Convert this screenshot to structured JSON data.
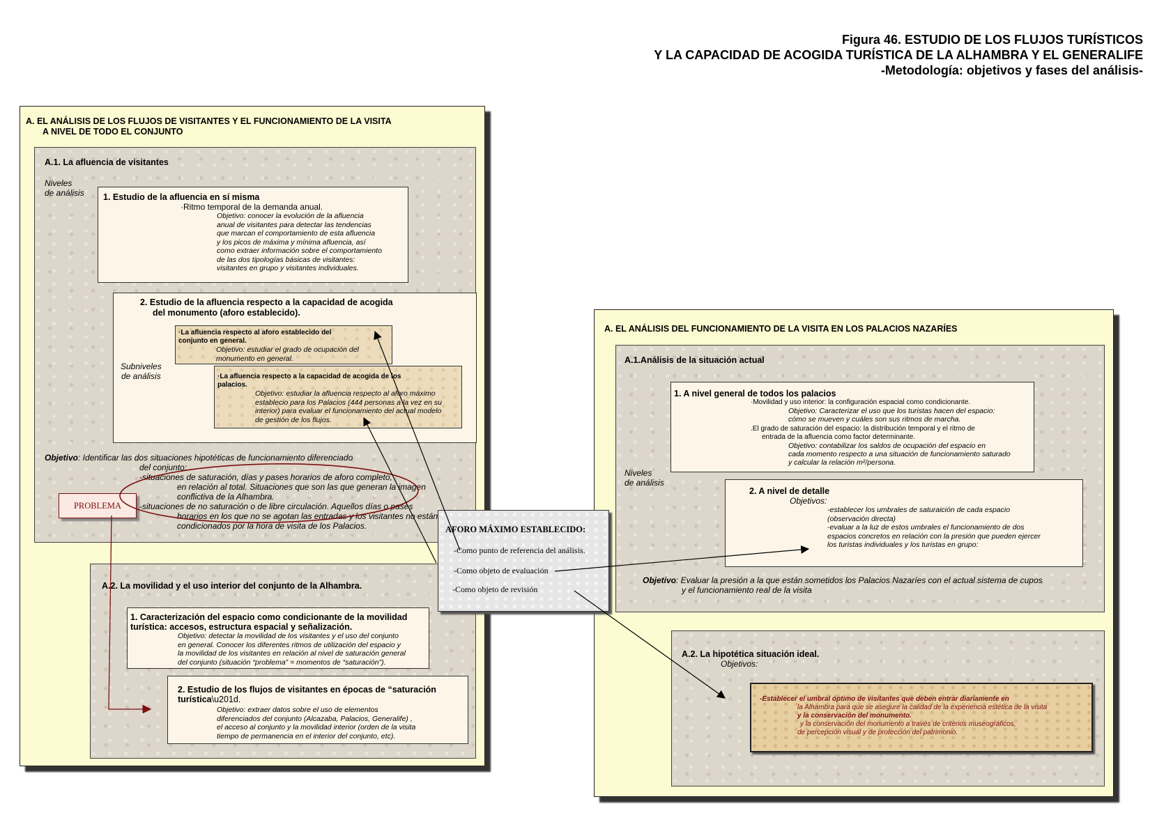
{
  "title": {
    "line1": "Figura 46. ESTUDIO DE LOS FLUJOS TURÍSTICOS",
    "line2": "Y LA CAPACIDAD DE ACOGIDA TURÍSTICA DE LA ALHAMBRA Y EL GENERALIFE",
    "line3": "-Metodología: objetivos y fases del análisis-"
  },
  "left": {
    "heading1": "A.   EL ANÁLISIS DE LOS FLUJOS DE VISITANTES Y EL FUNCIONAMIENTO DE LA VISITA",
    "heading2": "A NIVEL DE TODO EL CONJUNTO",
    "a1": {
      "title": "A.1. La afluencia de visitantes",
      "niveles1": "Niveles",
      "niveles2": "de análisis",
      "box1": {
        "title": "1. Estudio de la afluencia en sí misma",
        "sub": "·Ritmo temporal de la demanda anual.",
        "obj": [
          "Objetivo: conocer la evolución de la afluencia",
          "anual de visitantes para detectar las tendencias",
          "que marcan el comportamiento de esta afluencia",
          "y los picos de máxima y mínima afluencia, así",
          "como extraer información sobre el comportamiento",
          "de las dos tipologías básicas de visitantes:",
          "visitantes en grupo y visitantes individuales."
        ]
      },
      "box2": {
        "title1": "2. Estudio de la afluencia respecto a la capacidad de acogida",
        "title2": "del monumento (aforo establecido).",
        "subniveles1": "Subniveles",
        "subniveles2": "de análisis",
        "sub1": {
          "title1": "·La afluencia respecto al aforo establecido del",
          "title2": "conjunto en general.",
          "obj": [
            "Objetivo: estudiar el grado de ocupación del",
            "monumento en general."
          ]
        },
        "sub2": {
          "title1": "·La afluencia respecto a la capacidad de acogida de los",
          "title2": "palacios.",
          "obj": [
            "Objetivo: estudiar la afluencia respecto al aforo máximo",
            "establecio para los Palacios (444 personas a la vez en su",
            "interior) para evaluar el funcionamiento del actual modelo",
            "de gestión de los flujos."
          ]
        }
      },
      "objetivo": {
        "label": "Objetivo",
        "line1": ": Identificar las dos situaciones hipotéticas de funcionamiento diferenciado",
        "line2": "del conjunto:",
        "line3": "-situaciones de saturación, días y pases horarios de aforo completo,",
        "line4": "en relación al total. Situaciones que son las que generan la imagen",
        "line5": "conflictiva de la Alhambra.",
        "line6": "-situaciones de no saturación o de libre circulación. Aquellos días o pases",
        "line7": "horarios en los que no se agotan las entradas y los visitantes no están",
        "line8": "condicionados por la hora de visita de los Palacios."
      },
      "problema": "PROBLEMA"
    },
    "a2": {
      "title": "A.2. La movilidad y el uso interior del conjunto de la Alhambra",
      "box1": {
        "title1": "1.     Caracterización del espacio como condicionante de la movilidad",
        "title2": "turística: accesos, estructura espacial y señalización",
        "obj": [
          "Objetivo: detectar la movilidad de los visitantes y el uso del conjunto",
          "en general. Conocer los diferentes ritmos de utilización del espacio y",
          "la movilidad de los visitantes en relación al nivel de saturación general",
          "del conjunto (situación “problema” = momentos de “saturación”)."
        ]
      },
      "box2": {
        "title1": "2. Estudio de los flujos de visitantes en épocas de “saturación",
        "title2": "turística",
        "obj": [
          "Objetivo: extraer datos sobre el uso de elementos",
          "diferenciados del conjunto (Alcazaba, Palacios, Generalife) ,",
          "el acceso al conjunto y la movilidad interior (orden de la visita",
          "tiempo de permanencia en el interior del conjunto, etc)."
        ]
      }
    }
  },
  "center": {
    "title": "AFORO MÁXIMO ESTABLECIDO:",
    "items": [
      "-Como punto de referencia del análisis.",
      "-Como objeto de evaluación",
      "-Como objeto de revisión"
    ]
  },
  "right": {
    "heading": "A.    EL ANÁLISIS DEL FUNCIONAMIENTO DE LA VISITA EN LOS PALACIOS NAZARÍES",
    "a1": {
      "title": "A.1.Análisis de la situación actual",
      "niveles1": "Niveles",
      "niveles2": "de análisis",
      "box1": {
        "title": "1. A nivel general de todos los palacios",
        "l1": "·Movilidad y uso interior: la configuración espacial como condicionante.",
        "l2": "Objetivo: Caracterizar el uso que los turistas hacen del espacio:",
        "l3": "cómo se mueven y cuáles son sus ritmos de marcha.",
        "l4": ".El grado de saturación del espacio: la distribución temporal y el ritmo de",
        "l5": "entrada de la afluencia como factor determinante.",
        "l6": "Objetivo: contabilizar los saldos de ocupación del espacio en",
        "l7": "cada momento respecto a una situación de funcionamiento saturado",
        "l8": "y calcular la relación m²/persona."
      },
      "box2": {
        "title": "2. A nivel de detalle",
        "objlabel": "Objetivos:",
        "lines": [
          "-establecer los umbrales de saturaición de cada espacio",
          "(observación directa)",
          "-evaluar a la luz de estos umbrales el funcionamiento de dos",
          "espacios concretos en relación con la presión que pueden ejercer",
          "los turistas individuales y los turistas en grupo:"
        ]
      },
      "objetivo": {
        "label": "Objetivo",
        "line1": ": Evaluar la presión a la que están sometidos los Palacios Nazaríes con el actual sistema de cupos",
        "line2": "y el funcionamiento real de la visita"
      }
    },
    "a2": {
      "title": "A.2. La hipotética situación ideal.",
      "objlabel": "Objetivos:",
      "lines": [
        "-Establecer el umbral óptimo de visitantes que deben entrar diariamente en",
        "la Alhambra para que se asegure la calidad de la experiencia estética de la visita",
        "y la conservación del monumento.",
        "y la conservación del monumento a través de criterios museográficos,",
        "de percepción visual y de protección del patrimonio."
      ]
    }
  },
  "colors": {
    "panel": "#fdfbd2",
    "stone": "#ddd6ca",
    "accent_red": "#7a1010",
    "gold": "#e8cfa2"
  }
}
